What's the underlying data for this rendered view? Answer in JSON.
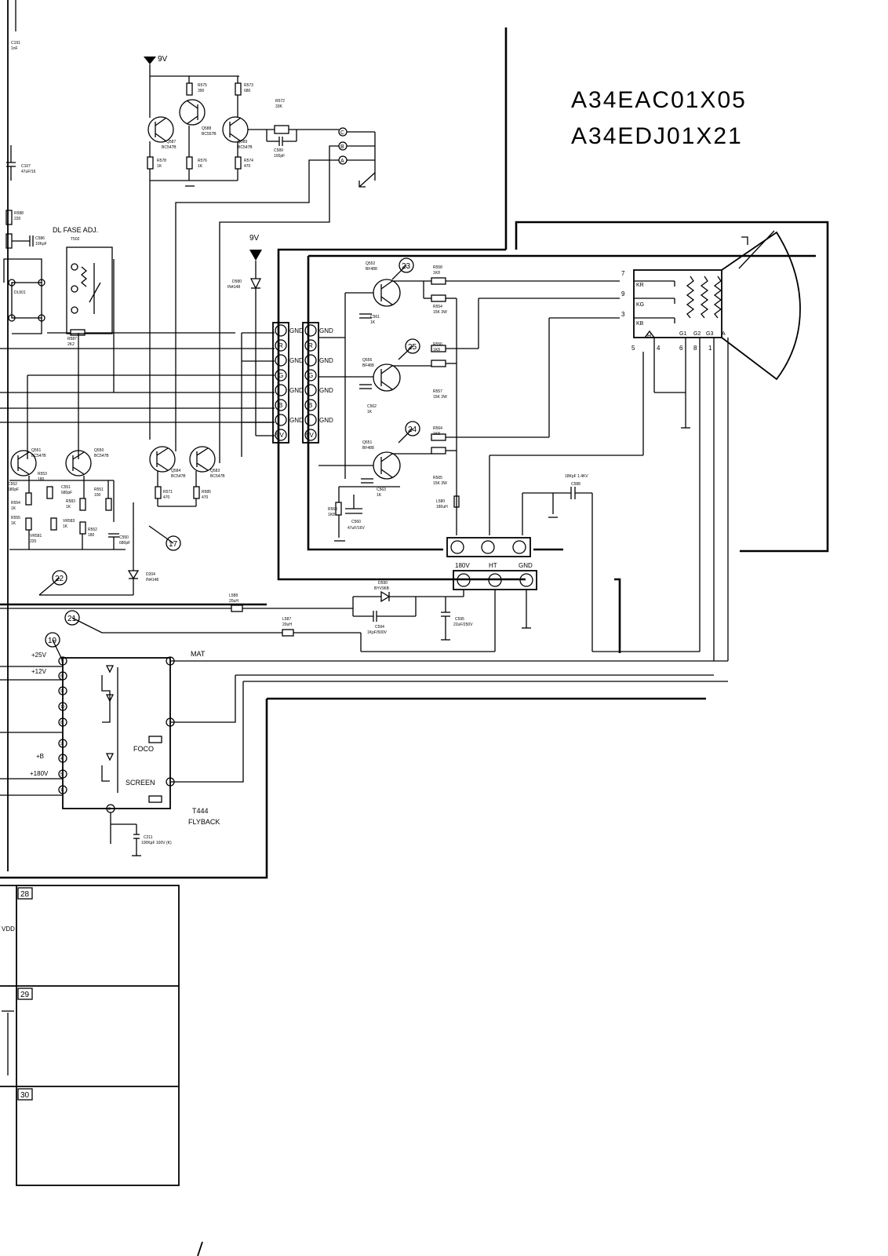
{
  "title": {
    "model_1": "A34EAC01X05",
    "model_2": "A34EDJ01X21"
  },
  "rails": {
    "vcc_top": "9V",
    "vcc_mid": "9V"
  },
  "buffer": {
    "q_left": "Q587",
    "q_left_type": "BC547B",
    "q_mid": "Q588",
    "q_mid_type": "BC557B",
    "q_right": "Q589",
    "q_right_type": "BC547B",
    "r575": "R575",
    "r575_val": "390",
    "r573": "R573",
    "r573_val": "680",
    "r572": "R572",
    "r572_val": "33K",
    "c589": "C589",
    "c589_val": "100pF",
    "r578": "R578",
    "r578_val": "1K",
    "r576": "R576",
    "r576_val": "1K",
    "r574": "R574",
    "r574_val": "470",
    "sig_c": "C",
    "sig_b": "B",
    "sig_a": "A"
  },
  "left_block": {
    "c191": "C191",
    "c191_val": "1nF",
    "c107": "C107",
    "c107_val": "47uF/16",
    "r588": "R588",
    "r588_val": "220",
    "c586": "C586",
    "c586_val": "10KpF",
    "dl_label": "DL FASE ADJ.",
    "t502": "T502",
    "dl501": "DL501",
    "r587": "R587",
    "r587_val": "2K2",
    "q551": "Q551",
    "q551_type": "BC547B",
    "q550": "Q550",
    "q550_type": "BC547B",
    "c552": "C552",
    "c552_val": "680pF",
    "r553": "R553",
    "r553_val": "180",
    "c551": "C551",
    "c551_val": "680pF",
    "r551": "R551",
    "r551_val": "100",
    "r554": "R554",
    "r554_val": "1K",
    "r555": "R555",
    "r555_val": "1K",
    "r583": "R583",
    "r583_val": "1K",
    "vr581": "VR581",
    "vr581_val": "220",
    "vr583": "VR583",
    "vr583_val": "1K",
    "r552": "R552",
    "r552_val": "180",
    "c550": "C550",
    "c550_val": "680pF"
  },
  "mid": {
    "d580": "D580",
    "d580_type": "IN4148",
    "q584": "Q584",
    "q584_type": "BC547B",
    "q583": "Q583",
    "q583_type": "BC547B",
    "r571": "R571",
    "r571_val": "470",
    "r585": "R585",
    "r585_val": "470",
    "d204": "D204",
    "d204_type": "IN4148"
  },
  "connector_pins": [
    "GND",
    "R",
    "GND",
    "G",
    "GND",
    "B",
    "GND",
    "9V"
  ],
  "rgb_amp": {
    "q552": "Q552",
    "q552_type": "BF488",
    "q556": "Q556",
    "q556_type": "BF488",
    "q551": "Q551",
    "q551_type": "BF488",
    "r558": "R558",
    "r558_val": "1K8",
    "r554": "R554",
    "r554_val": "15K 3W",
    "r556": "R556",
    "r556_val": "1K8",
    "r557": "R557",
    "r557_val": "15K 3W",
    "r564": "R564",
    "r564_val": "1K8",
    "r565": "R565",
    "r565_val": "15K 3W",
    "c561": "C561",
    "c561_val": "1K",
    "c562": "C562",
    "c562_val": "1K",
    "c563": "C563",
    "c563_val": "1K",
    "r560": "R560",
    "r560_val": "1K8",
    "c560": "C560",
    "c560_val": "47uF/16V",
    "l580": "L580",
    "l580_val": "180uH",
    "c588": "C588",
    "c588_val": "18KpF 1.4KV"
  },
  "crt": {
    "kr": "KR",
    "kg": "KG",
    "kb": "KB",
    "h": "H",
    "g1": "G1",
    "g2": "G2",
    "g3": "G3",
    "a": "A",
    "pin_7": "7",
    "pin_9": "9",
    "pin_3": "3",
    "pin_5": "5",
    "pin_4": "4",
    "pin_6": "6",
    "pin_8": "8",
    "pin_1": "1"
  },
  "psu_conn": {
    "v180": "180V",
    "ht": "HT",
    "gnd": "GND"
  },
  "lower": {
    "l588": "L588",
    "l588_val": "20uH",
    "l587": "L587",
    "l587_val": "20uH",
    "d590": "D590",
    "d590_type": "BYV96B",
    "c594": "C594",
    "c594_val": "1KpF/500V",
    "c595": "C595",
    "c595_val": "22uF/250V",
    "c211": "C211",
    "c211_val": "100KpF 100V (K)"
  },
  "flyback": {
    "v25": "+25V",
    "v12": "+12V",
    "vb": "+B",
    "v180": "+180V",
    "mat": "MAT",
    "foco": "FOCO",
    "screen": "SCREEN",
    "name": "T444",
    "type": "FLYBACK",
    "pins": [
      "7",
      "6",
      "9",
      "10",
      "8",
      "2",
      "4",
      "5",
      "1",
      "3"
    ]
  },
  "markers": [
    "23",
    "25",
    "24",
    "17",
    "22",
    "21",
    "19"
  ],
  "table": {
    "row_28": "28",
    "row_29": "29",
    "row_30": "30",
    "vdd": "VDD"
  }
}
